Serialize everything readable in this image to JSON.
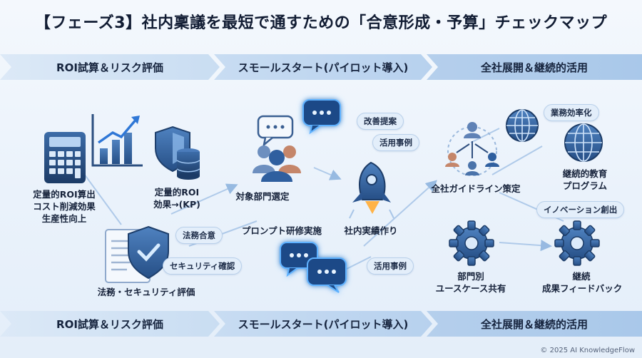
{
  "title": "【フェーズ3】社内稟議を最短で通すための「合意形成・予算」チェックマップ",
  "stages": [
    "ROI試算＆リスク評価",
    "スモールスタート(パイロット導入)",
    "全社展開＆継続的活用"
  ],
  "phase1": {
    "roi_label": [
      "定量的ROI算出",
      "コスト削減効果",
      "生産性向上"
    ],
    "kpi_label": [
      "定量的ROI",
      "効果→(KP)"
    ],
    "security_label": "法務・セキュリティ評価",
    "tag_legal": "法務合意",
    "tag_security": "セキュリティ確認"
  },
  "phase2": {
    "dept_label": "対象部門選定",
    "prompt_label": "プロンプト研修実施",
    "internal_label": "社内実績作り",
    "tag_improve": "改善提案",
    "tag_case_top": "活用事例",
    "tag_case_bottom": "活用事例"
  },
  "phase3": {
    "guideline_label": "全社ガイドライン策定",
    "education_label": [
      "継続的教育",
      "プログラム"
    ],
    "usecase_label": [
      "部門別",
      "ユースケース共有"
    ],
    "feedback_label": [
      "継続",
      "成果フィードバック"
    ],
    "tag_efficiency": "業務効率化",
    "tag_innovation": "イノベーション創出"
  },
  "icons": [
    "calculator-icon",
    "chart-icon",
    "shield-icon",
    "database-icon",
    "document-shield-icon",
    "chat-icon",
    "team-icon",
    "rocket-icon",
    "org-icon",
    "globe-icon",
    "gear-icon"
  ],
  "colors": {
    "primary": "#2d5f9a",
    "dark": "#1f3f6e",
    "glow": "#4aa3ff",
    "band": "#c9ddf2"
  },
  "copyright": "© 2025 AI KnowledgeFlow"
}
